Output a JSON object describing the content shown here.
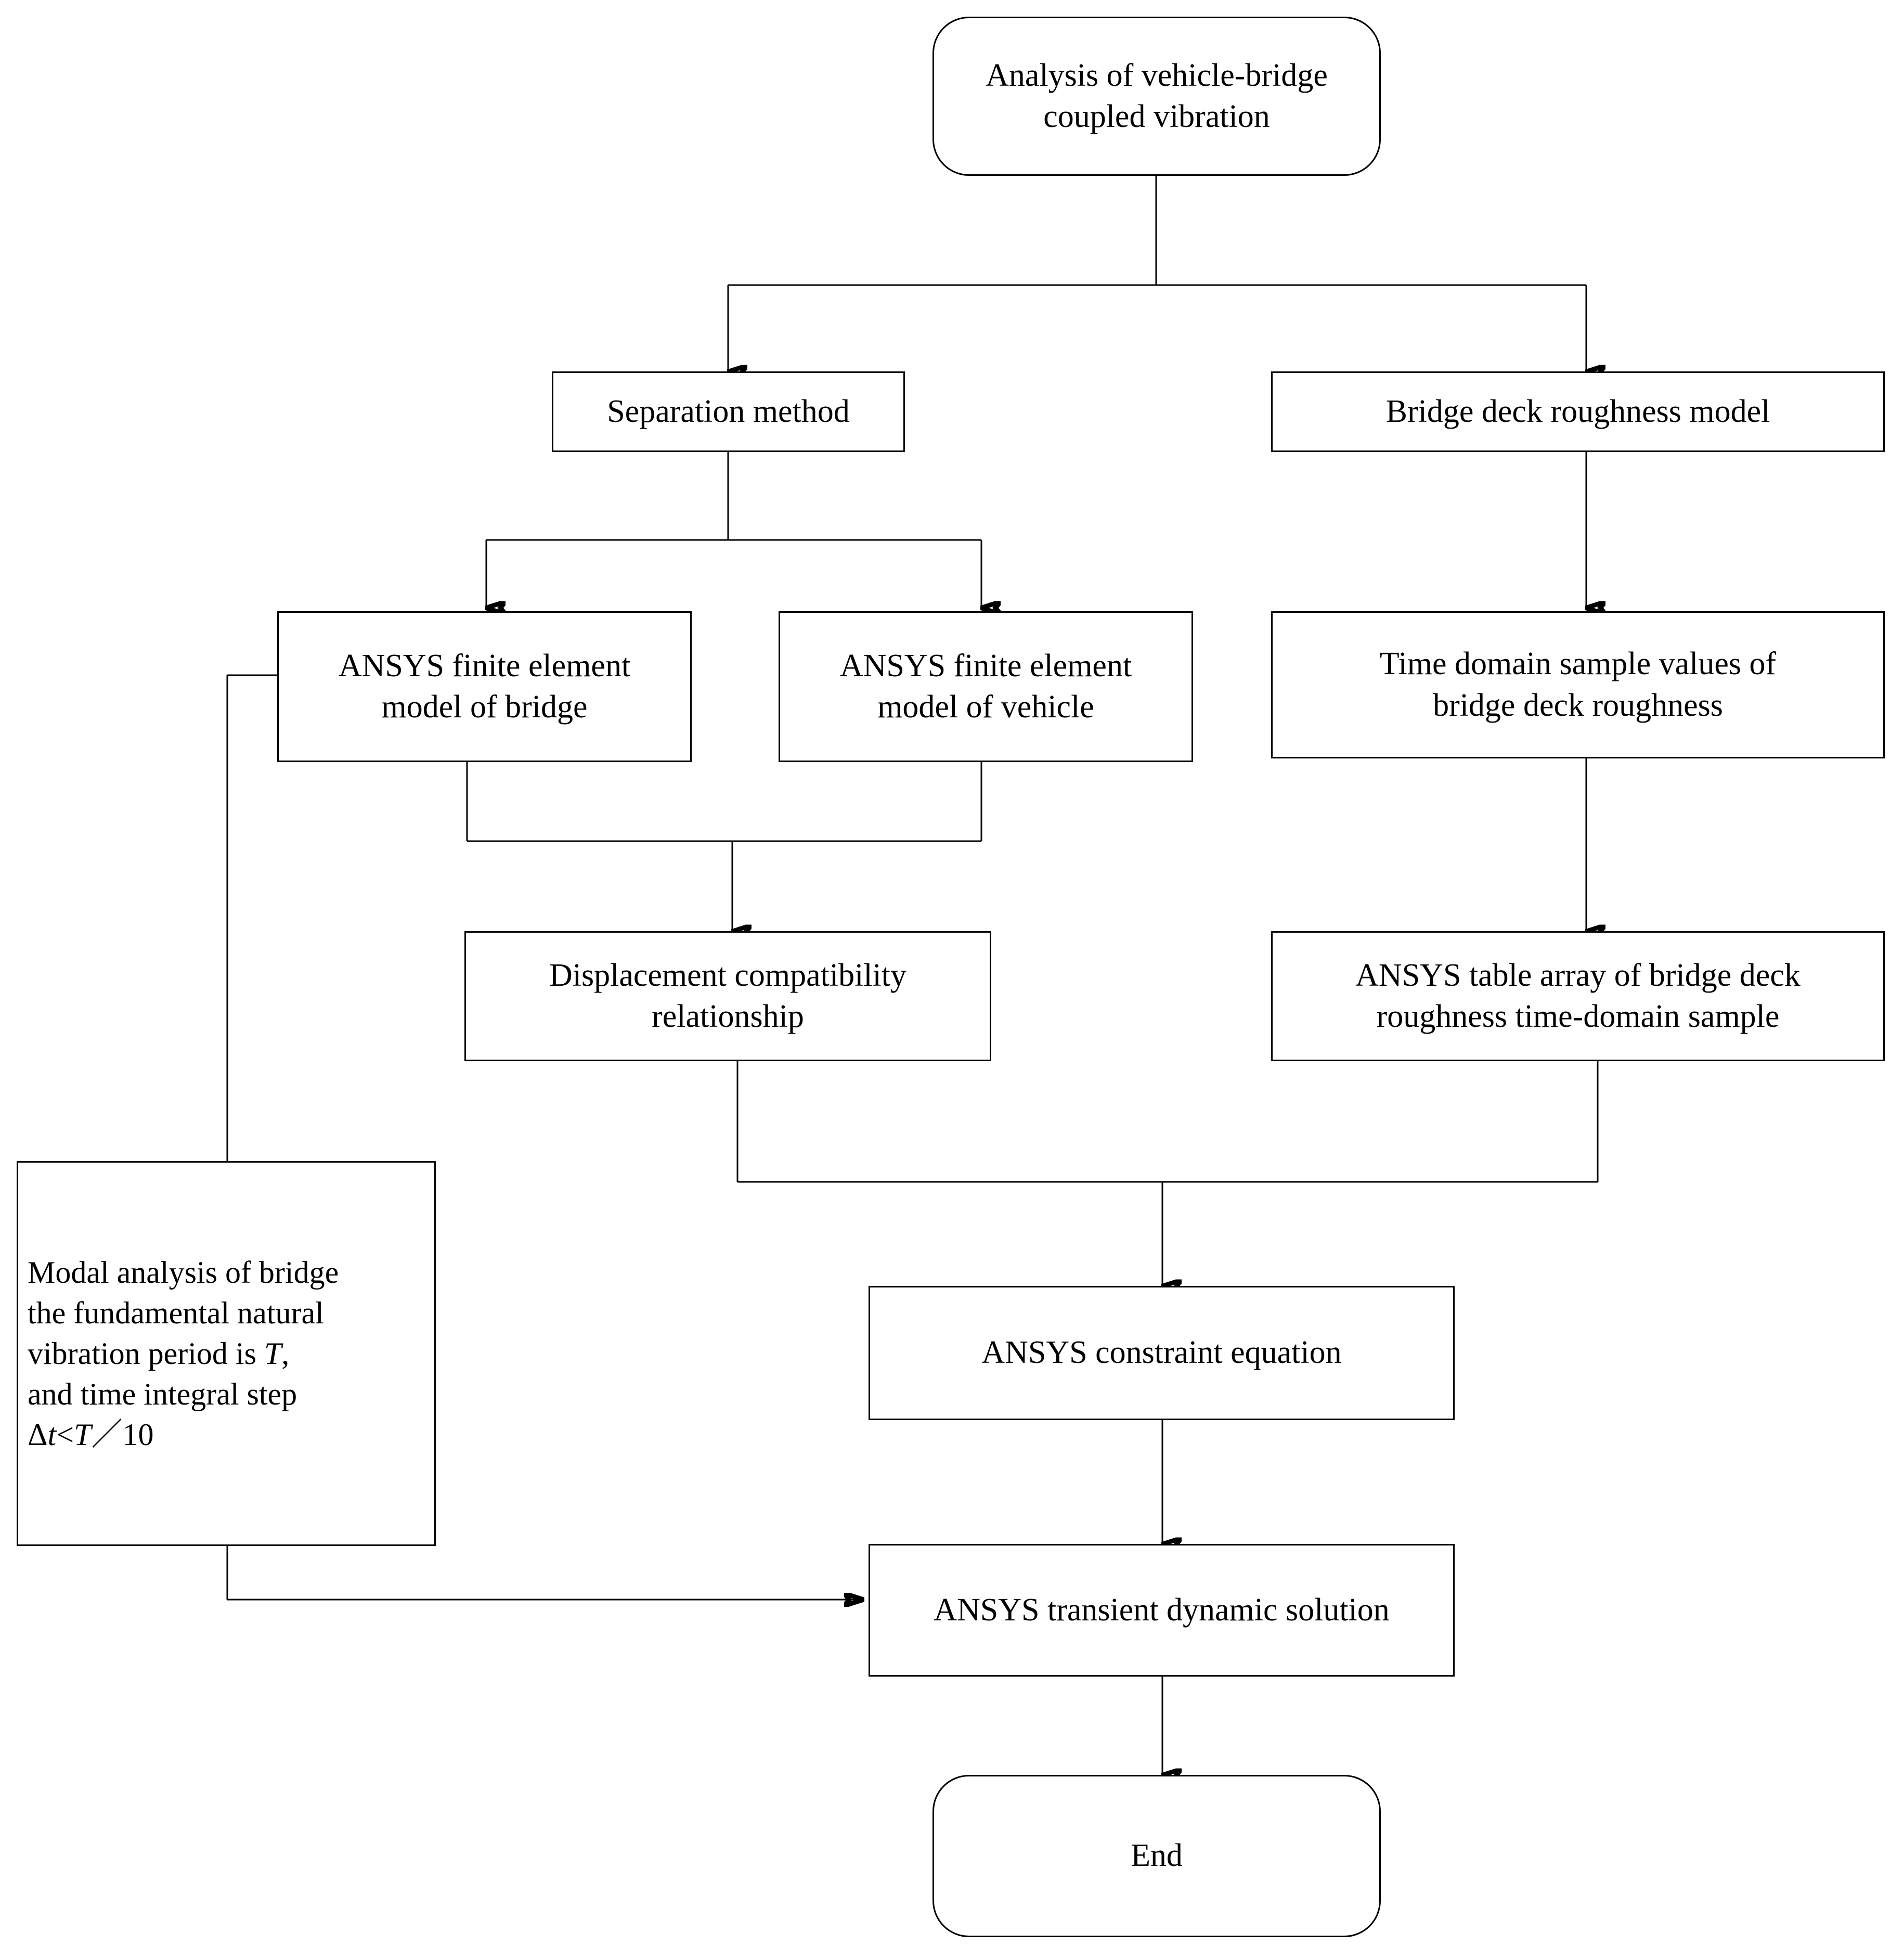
{
  "diagram": {
    "type": "flowchart",
    "orientation": "top-to-bottom",
    "title_node": "Analysis of vehicle-bridge coupled vibration",
    "nodes": {
      "start": {
        "label": "Analysis of vehicle-bridge\ncoupled vibration",
        "shape": "rounded-rectangle"
      },
      "separation_method": {
        "label": "Separation method",
        "shape": "rectangle"
      },
      "roughness_model": {
        "label": "Bridge deck roughness model",
        "shape": "rectangle"
      },
      "fe_bridge": {
        "label": "ANSYS finite element\nmodel of bridge",
        "shape": "rectangle"
      },
      "fe_vehicle": {
        "label": "ANSYS finite element\nmodel of vehicle",
        "shape": "rectangle"
      },
      "time_domain_sample": {
        "label": "Time domain sample values of\nbridge deck roughness",
        "shape": "rectangle"
      },
      "displacement_compat": {
        "label": "Displacement compatibility\nrelationship",
        "shape": "rectangle"
      },
      "table_array": {
        "label": "ANSYS table array of bridge deck\nroughness time-domain sample",
        "shape": "rectangle"
      },
      "modal_analysis": {
        "line1": "Modal analysis of bridge",
        "line2": "the fundamental natural",
        "line3_pre": "vibration period is ",
        "line3_sym": "T",
        "line3_post": ",",
        "line4": " and time integral step",
        "line5_d": "Δ",
        "line5_t": "t",
        "line5_lt": "<",
        "line5_T": "T",
        "line5_tail": "／10",
        "shape": "rectangle"
      },
      "constraint_equation": {
        "label": "ANSYS constraint equation",
        "shape": "rectangle"
      },
      "transient_solution": {
        "label": "ANSYS transient dynamic solution",
        "shape": "rectangle"
      },
      "end": {
        "label": "End",
        "shape": "rounded-rectangle"
      }
    },
    "edges": [
      {
        "from": "start",
        "to": "separation_method",
        "style": "orthogonal-split",
        "arrow": true
      },
      {
        "from": "start",
        "to": "roughness_model",
        "style": "orthogonal-split",
        "arrow": true
      },
      {
        "from": "separation_method",
        "to": "fe_bridge",
        "style": "orthogonal-split",
        "arrow": true
      },
      {
        "from": "separation_method",
        "to": "fe_vehicle",
        "style": "orthogonal-split",
        "arrow": true
      },
      {
        "from": "roughness_model",
        "to": "time_domain_sample",
        "style": "straight",
        "arrow": true
      },
      {
        "from": "fe_bridge",
        "to": "displacement_compat",
        "style": "orthogonal-merge",
        "arrow": true
      },
      {
        "from": "fe_vehicle",
        "to": "displacement_compat",
        "style": "orthogonal-merge",
        "arrow": true
      },
      {
        "from": "time_domain_sample",
        "to": "table_array",
        "style": "straight",
        "arrow": true
      },
      {
        "from": "displacement_compat",
        "to": "constraint_equation",
        "style": "orthogonal-merge",
        "arrow": true
      },
      {
        "from": "table_array",
        "to": "constraint_equation",
        "style": "orthogonal-merge",
        "arrow": true
      },
      {
        "from": "fe_bridge",
        "to": "modal_analysis",
        "style": "orthogonal-left",
        "arrow": false
      },
      {
        "from": "constraint_equation",
        "to": "transient_solution",
        "style": "straight",
        "arrow": true
      },
      {
        "from": "modal_analysis",
        "to": "transient_solution",
        "style": "orthogonal-left-feedback",
        "arrow": true
      },
      {
        "from": "transient_solution",
        "to": "end",
        "style": "straight",
        "arrow": true
      }
    ],
    "colors": {
      "stroke": "#000000",
      "fill": "#ffffff",
      "text": "#000000"
    }
  }
}
